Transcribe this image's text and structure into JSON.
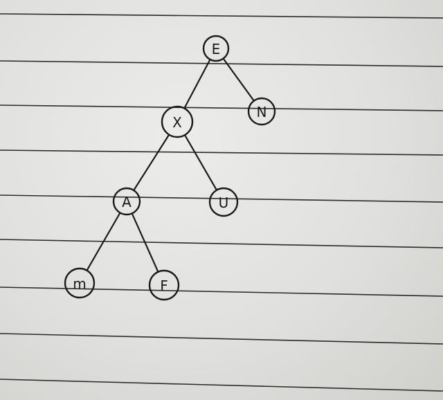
{
  "diagram": {
    "type": "binary-tree",
    "nodes": [
      {
        "id": "E",
        "label": "E"
      },
      {
        "id": "X",
        "label": "X"
      },
      {
        "id": "N",
        "label": "N"
      },
      {
        "id": "A",
        "label": "A"
      },
      {
        "id": "U",
        "label": "U"
      },
      {
        "id": "M",
        "label": "m"
      },
      {
        "id": "F",
        "label": "F"
      }
    ],
    "edges": [
      {
        "from": "E",
        "to": "X"
      },
      {
        "from": "E",
        "to": "N"
      },
      {
        "from": "X",
        "to": "A"
      },
      {
        "from": "X",
        "to": "U"
      },
      {
        "from": "A",
        "to": "M"
      },
      {
        "from": "A",
        "to": "F"
      }
    ]
  },
  "colors": {
    "ink": "#1a1a1a",
    "rule_line": "#2b2b2b",
    "paper": "#e4e4e2"
  }
}
